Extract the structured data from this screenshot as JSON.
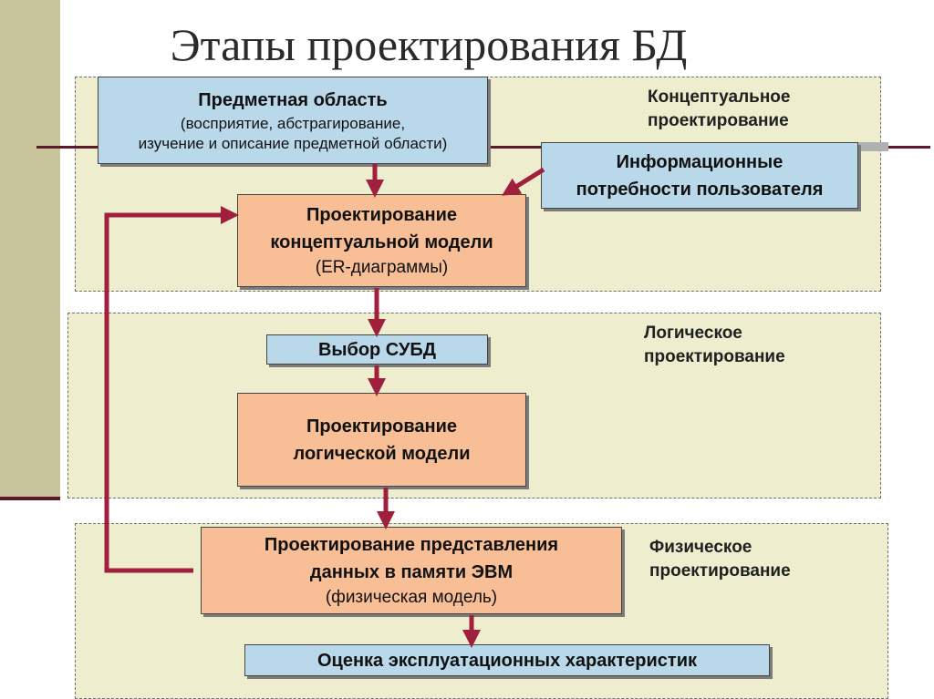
{
  "title": "Этапы проектирования БД",
  "sections": {
    "conceptual": "Концептуальное\nпроектирование",
    "logical": "Логическое\nпроектирование",
    "physical": "Физическое\nпроектирование"
  },
  "boxes": {
    "domain": {
      "title": "Предметная область",
      "line1": "(восприятие, абстрагирование,",
      "line2": "изучение и описание предметной области)"
    },
    "info_needs": {
      "line1": "Информационные",
      "line2": "потребности пользователя"
    },
    "conceptual_model": {
      "line1": "Проектирование",
      "line2": "концептуальной модели",
      "line3": "(ER-диаграммы)"
    },
    "dbms_choice": {
      "title": "Выбор СУБД"
    },
    "logical_model": {
      "line1": "Проектирование",
      "line2": "логической модели"
    },
    "physical_model": {
      "line1": "Проектирование представления",
      "line2": "данных в памяти ЭВМ",
      "line3": "(физическая модель)"
    },
    "evaluation": {
      "title": "Оценка эксплуатационных характеристик"
    }
  },
  "colors": {
    "arrow": "#a01f3c",
    "section_bg": "#eeeecf",
    "blue_box": "#b9d8ea",
    "orange_box": "#f8be95"
  }
}
